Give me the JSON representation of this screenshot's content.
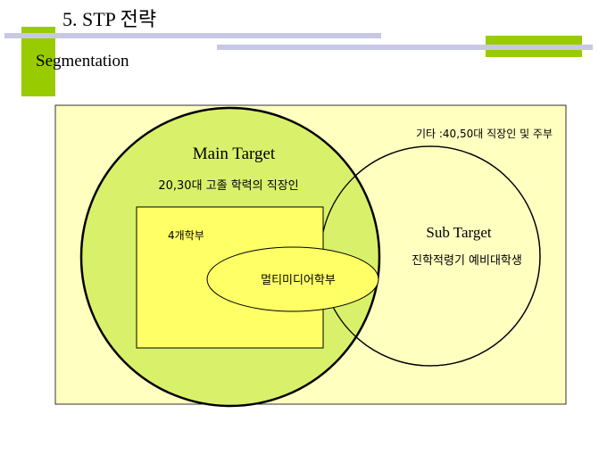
{
  "slide": {
    "title": "5. STP 전략",
    "subtitle": "Segmentation"
  },
  "diagram": {
    "others_label": "기타 :40,50대 직장인 및 주부",
    "main_target": {
      "title": "Main Target",
      "description": "20,30대 고졸 학력의 직장인"
    },
    "sub_target": {
      "title": "Sub Target",
      "description": "진학적령기 예비대학생"
    },
    "box_label": "4개학부",
    "ellipse_label": "멀티미디어학부"
  },
  "colors": {
    "background_panel": "#ffffc0",
    "main_circle": "#d9f06a",
    "square": "#ffff66",
    "accent_green": "#99cc00",
    "accent_lavender": "#c8c8e6"
  }
}
